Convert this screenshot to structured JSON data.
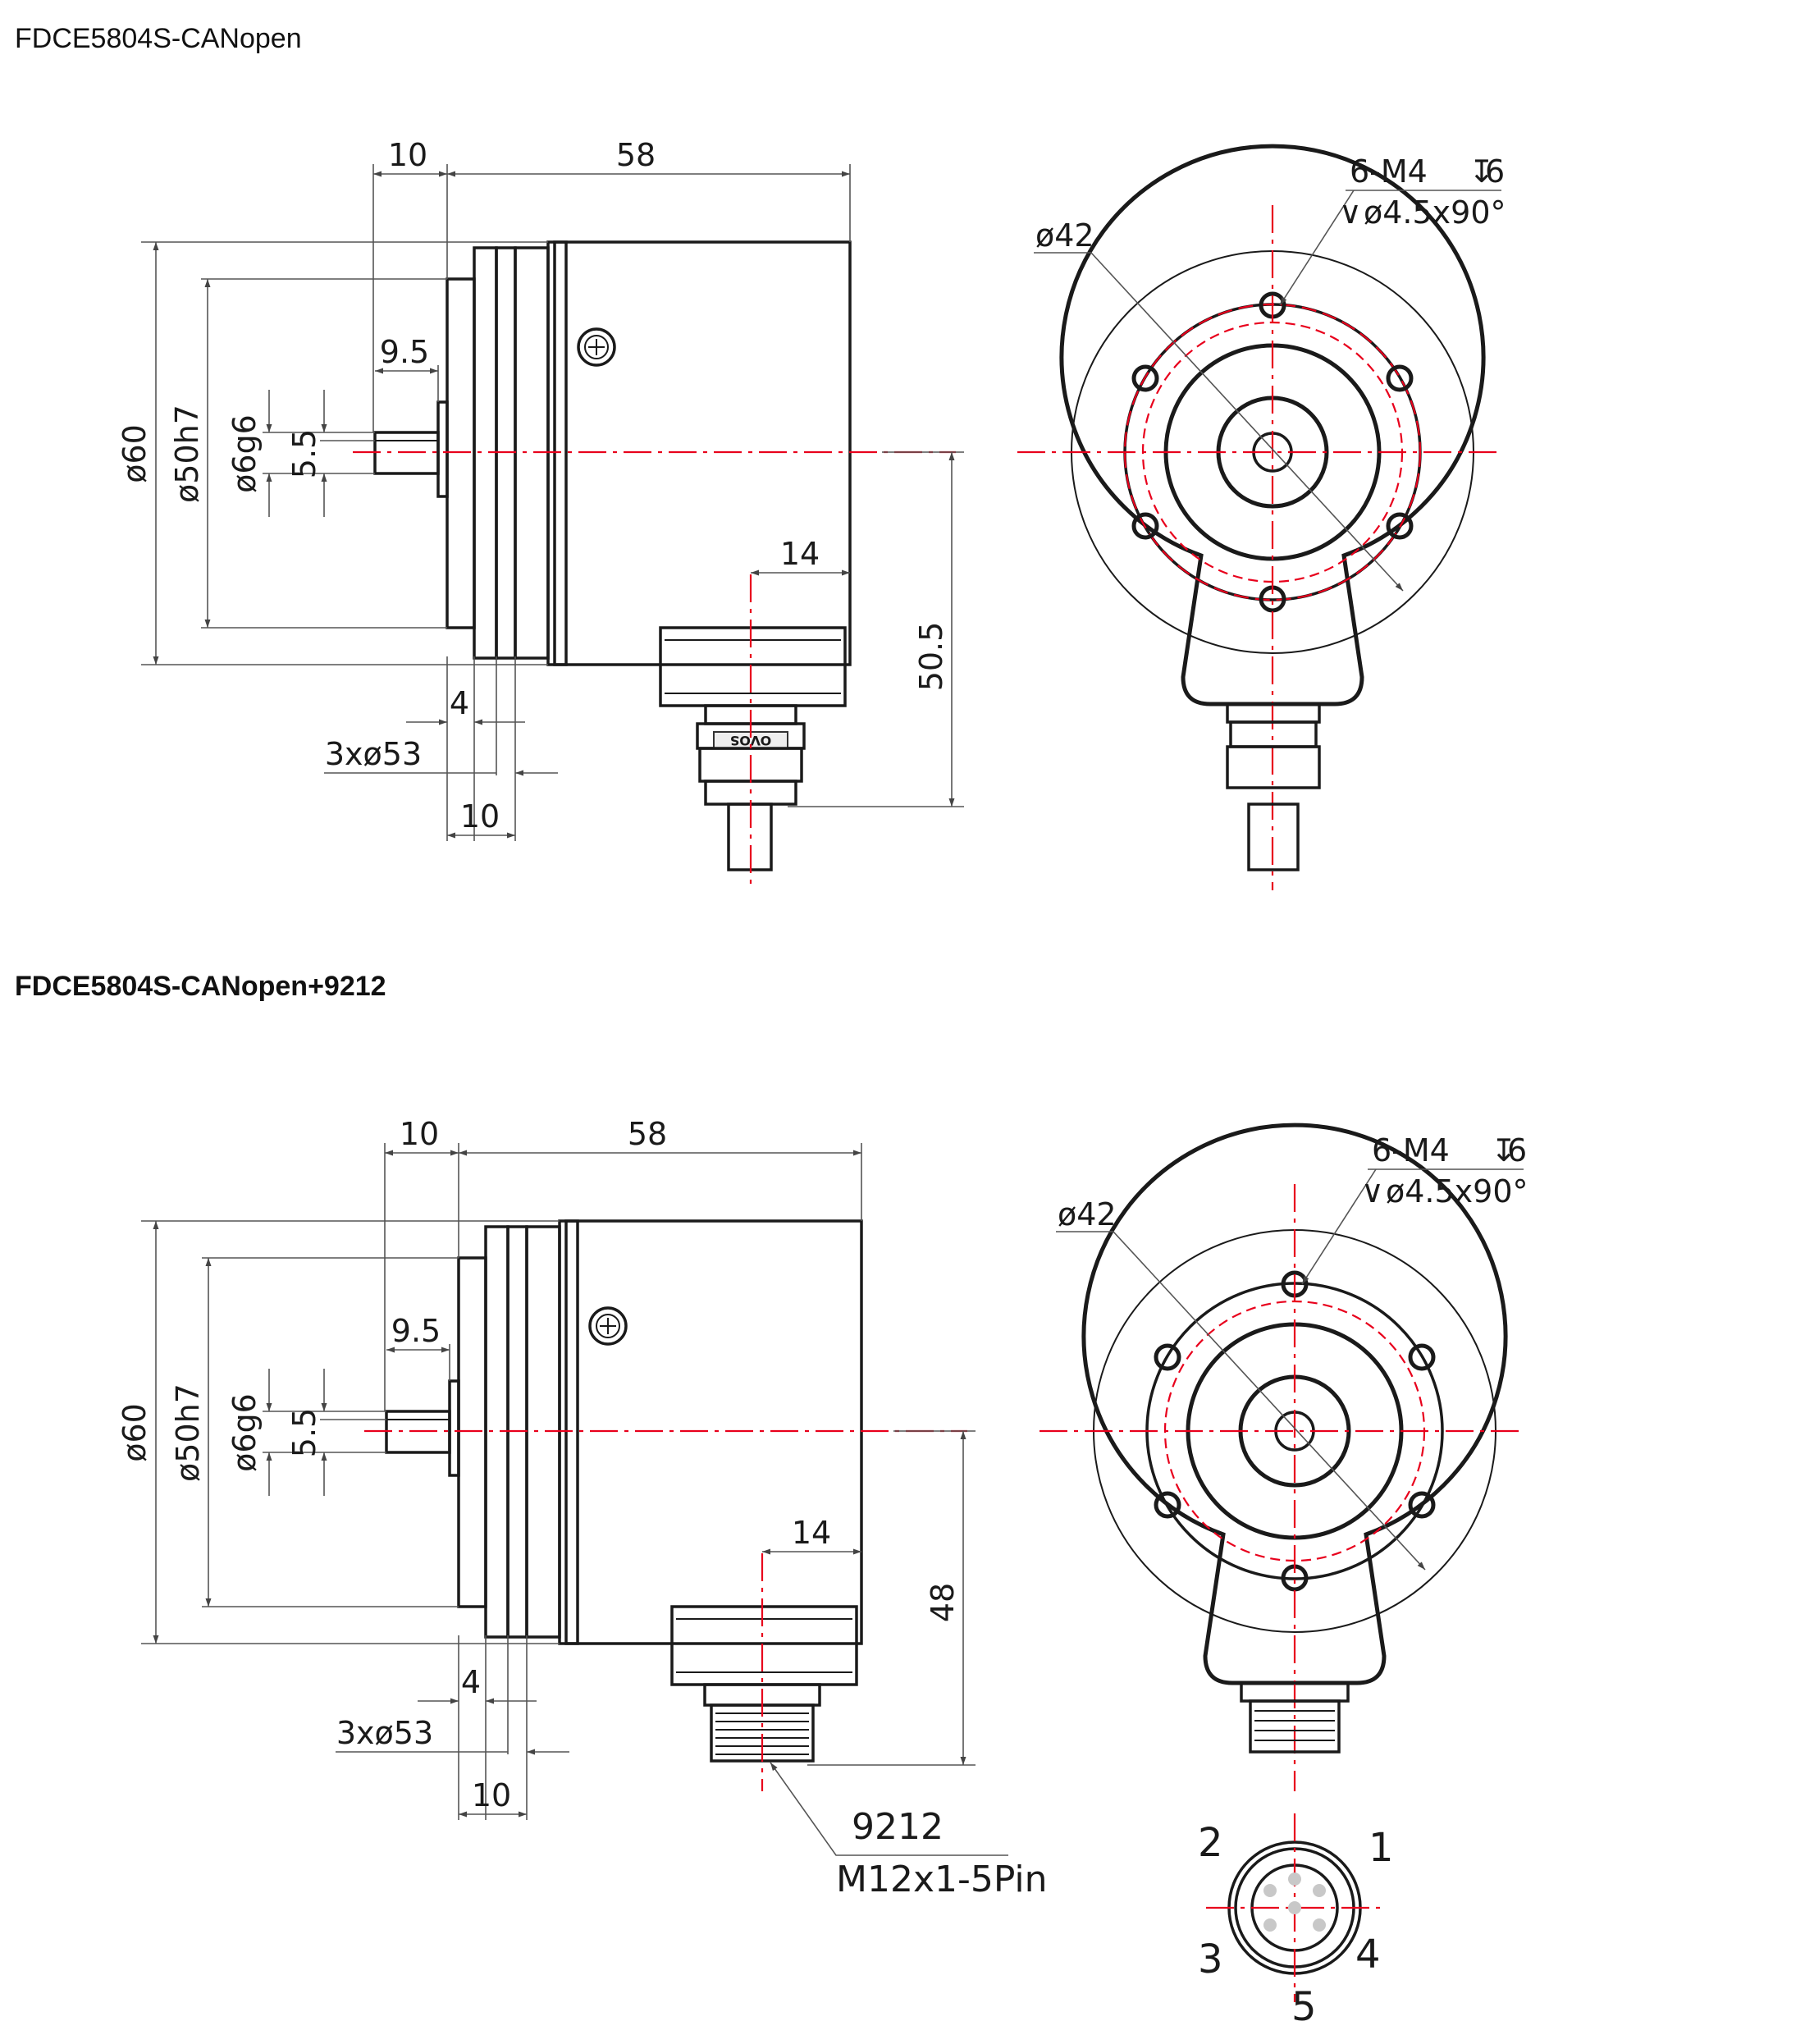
{
  "titles": {
    "top": "FDCE5804S-CANopen",
    "bottom": "FDCE5804S-CANopen+9212"
  },
  "drawing_a": {
    "dim_flange_width": "10",
    "dim_body_length": "58",
    "dim_shaft_length": "9.5",
    "dim_outer_diameter": "ø60",
    "dim_pilot_diameter": "ø50h7",
    "dim_shaft_diameter": "ø6g6",
    "dim_flat": "5.5",
    "dim_connector_offset": "14",
    "dim_connector_height": "50.5",
    "dim_groove": "4",
    "dim_flange_rings": "3xø53",
    "dim_ring_spacing": "10",
    "gland_marking": "OVOS",
    "front_bolt_circle": "ø42",
    "front_threads": "6-M4",
    "front_thread_depth": "6",
    "front_countersink": "ø4.5x90°"
  },
  "drawing_b": {
    "dim_flange_width": "10",
    "dim_body_length": "58",
    "dim_shaft_length": "9.5",
    "dim_outer_diameter": "ø60",
    "dim_pilot_diameter": "ø50h7",
    "dim_shaft_diameter": "ø6g6",
    "dim_flat": "5.5",
    "dim_connector_offset": "14",
    "dim_connector_height": "48",
    "dim_groove": "4",
    "dim_flange_rings": "3xø53",
    "dim_ring_spacing": "10",
    "connector_code": "9212",
    "connector_type": "M12x1-5Pin",
    "front_bolt_circle": "ø42",
    "front_threads": "6-M4",
    "front_thread_depth": "6",
    "front_countersink": "ø4.5x90°",
    "pins": [
      "1",
      "2",
      "3",
      "4",
      "5"
    ]
  },
  "colors": {
    "outline": "#1a1a1a",
    "centerline": "#e8001c",
    "dimension": "#555555"
  }
}
